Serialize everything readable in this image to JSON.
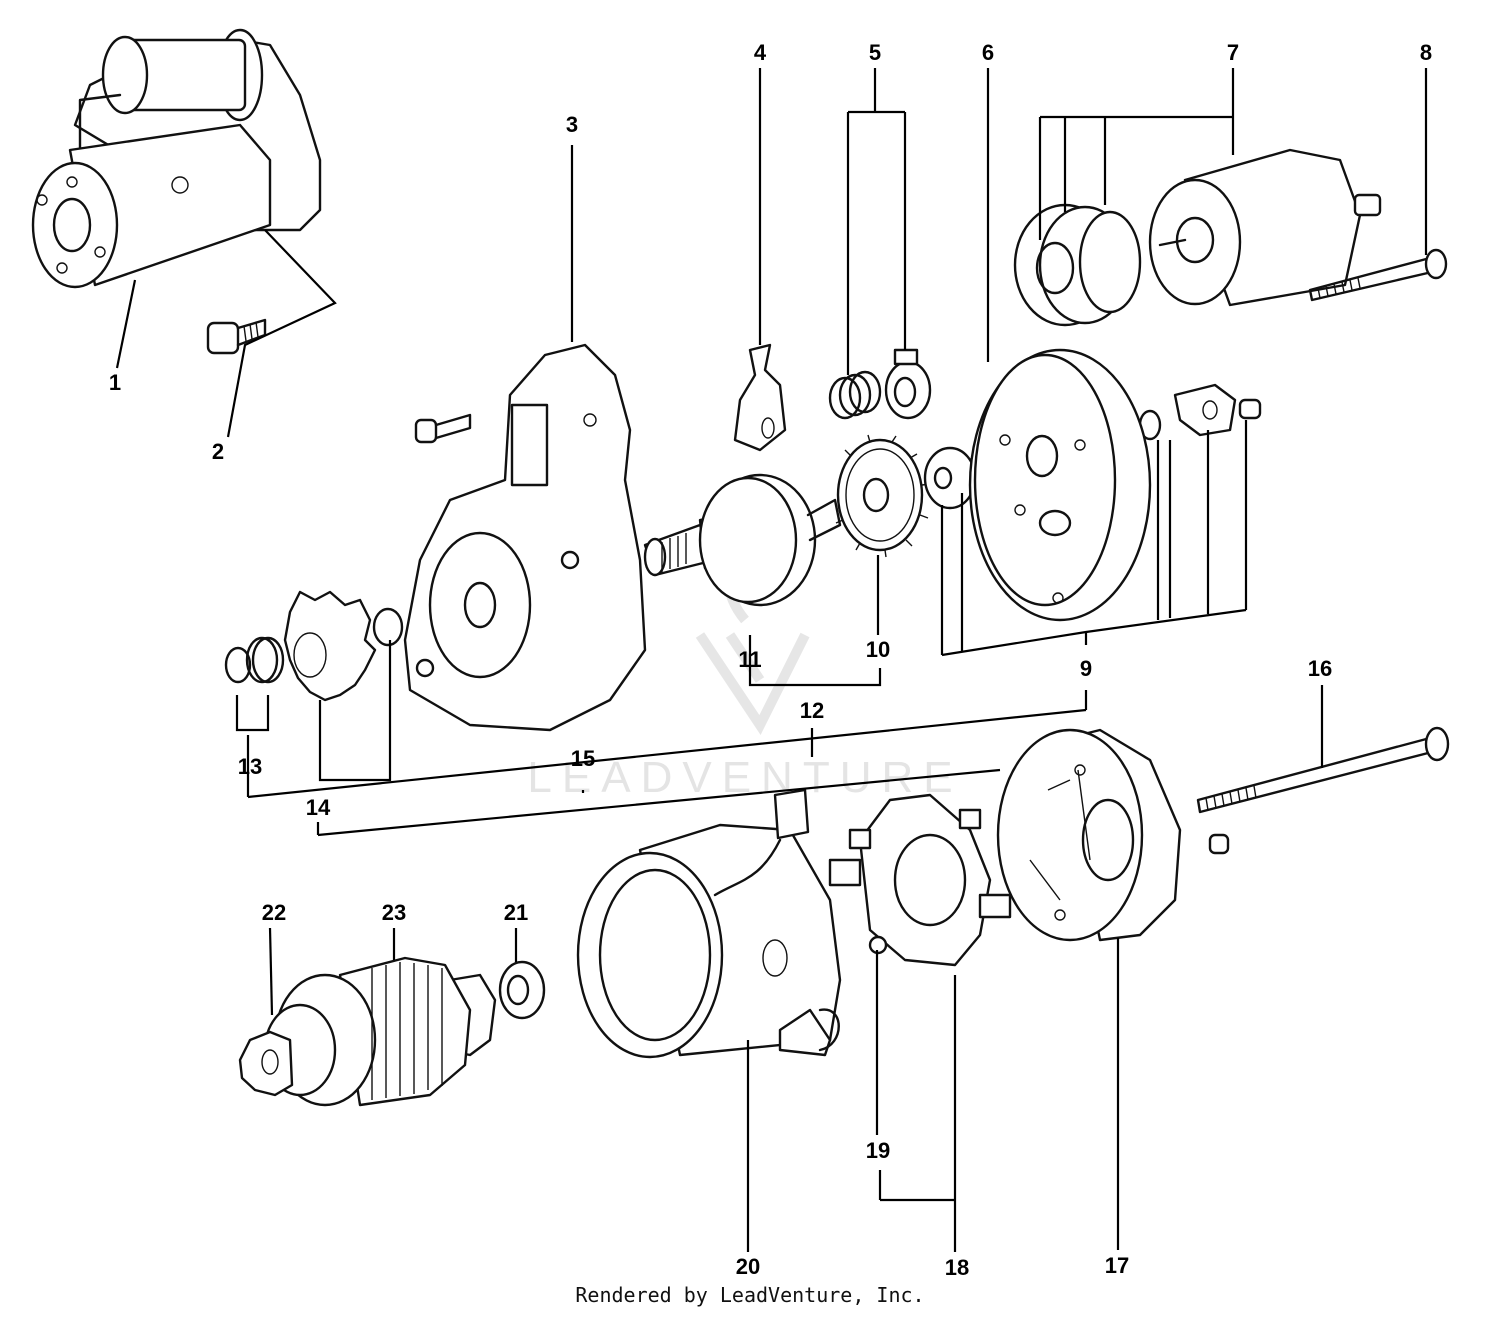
{
  "callouts": [
    {
      "id": "1",
      "text": "1"
    },
    {
      "id": "2",
      "text": "2"
    },
    {
      "id": "3",
      "text": "3"
    },
    {
      "id": "4",
      "text": "4"
    },
    {
      "id": "5",
      "text": "5"
    },
    {
      "id": "6",
      "text": "6"
    },
    {
      "id": "7",
      "text": "7"
    },
    {
      "id": "8",
      "text": "8"
    },
    {
      "id": "9",
      "text": "9"
    },
    {
      "id": "10",
      "text": "10"
    },
    {
      "id": "11",
      "text": "11"
    },
    {
      "id": "12",
      "text": "12"
    },
    {
      "id": "13",
      "text": "13"
    },
    {
      "id": "14",
      "text": "14"
    },
    {
      "id": "15",
      "text": "15"
    },
    {
      "id": "16",
      "text": "16"
    },
    {
      "id": "17",
      "text": "17"
    },
    {
      "id": "18",
      "text": "18"
    },
    {
      "id": "19",
      "text": "19"
    },
    {
      "id": "20",
      "text": "20"
    },
    {
      "id": "21",
      "text": "21"
    },
    {
      "id": "22",
      "text": "22"
    },
    {
      "id": "23",
      "text": "23"
    }
  ],
  "watermark": "LEADVENTURE",
  "footer": "Rendered by LeadVenture, Inc."
}
